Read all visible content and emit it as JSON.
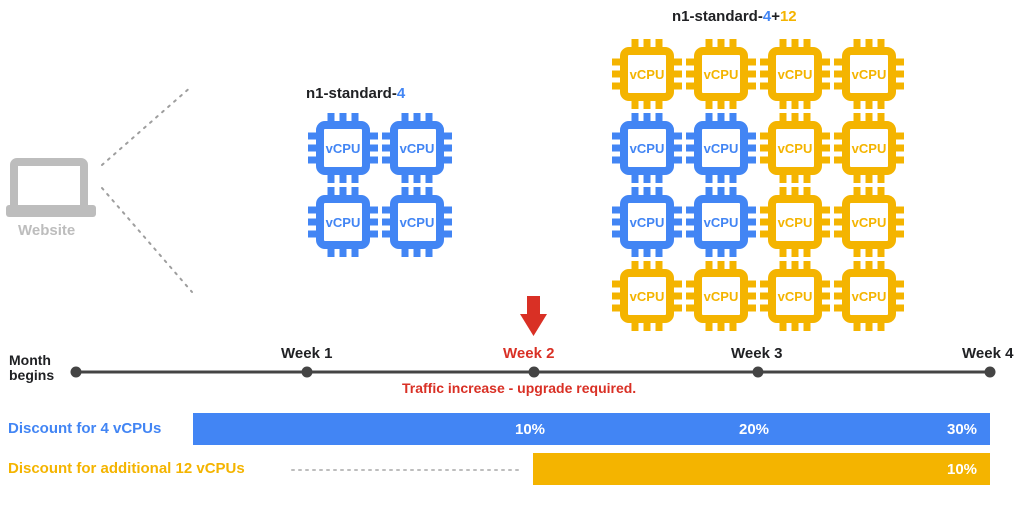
{
  "website": {
    "label": "Website",
    "icon": "laptop-icon"
  },
  "vm_small": {
    "title_prefix": "n1-standard-",
    "title_blue": "4",
    "chip_label": "vCPU",
    "rows": 2,
    "cols": 2
  },
  "vm_large": {
    "title_prefix": "n1-standard-",
    "title_blue": "4",
    "title_plus": "+",
    "title_gold": "12",
    "chip_label": "vCPU",
    "rows": 4,
    "cols": 4,
    "blue_cells": [
      [
        1,
        0
      ],
      [
        1,
        1
      ],
      [
        2,
        0
      ],
      [
        2,
        1
      ]
    ]
  },
  "timeline": {
    "start_line1": "Month",
    "start_line2": "begins",
    "weeks": [
      "Week 1",
      "Week 2",
      "Week 3",
      "Week 4"
    ],
    "highlight_week_index": 1,
    "event_text": "Traffic increase - upgrade required."
  },
  "discounts": [
    {
      "label": "Discount for 4 vCPUs",
      "color": "#4285f4",
      "values": [
        "10%",
        "20%",
        "30%"
      ]
    },
    {
      "label": "Discount for additional 12 vCPUs",
      "color": "#f4b400",
      "values": [
        "10%"
      ]
    }
  ],
  "colors": {
    "blue": "#4285f4",
    "gold": "#f4b400",
    "red": "#d93025",
    "gray": "#bdbdbd",
    "timeline": "#444444"
  }
}
